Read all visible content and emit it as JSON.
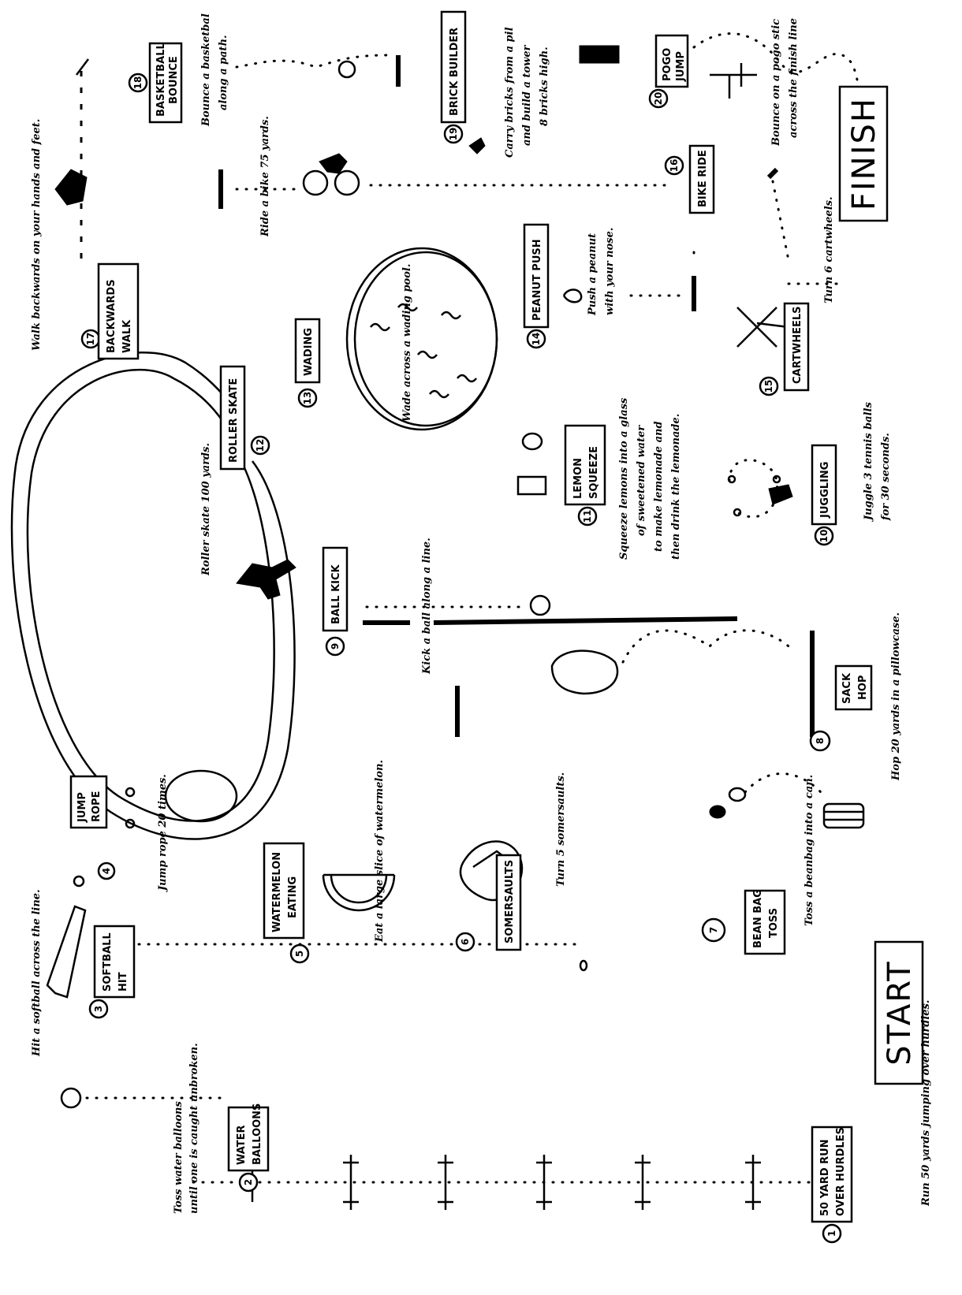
{
  "start_label": "START",
  "finish_label": "FINISH",
  "stations": [
    {
      "number": "1",
      "title": "50 YARD RUN OVER HURDLES",
      "lines": [
        "50 YARD RUN",
        "OVER HURDLES"
      ],
      "instructions": [
        "Run 50 yards jumping over hurdles."
      ]
    },
    {
      "number": "2",
      "title": "WATER BALLOONS",
      "lines": [
        "WATER",
        "BALLOONS"
      ],
      "instructions": [
        "Toss water balloons",
        "until one is caught unbroken."
      ]
    },
    {
      "number": "3",
      "title": "SOFTBALL HIT",
      "lines": [
        "SOFTBALL",
        "HIT"
      ],
      "instructions": [
        "Hit a softball across the line."
      ]
    },
    {
      "number": "4",
      "title": "JUMP ROPE",
      "lines": [
        "JUMP",
        "ROPE"
      ],
      "instructions": [
        "Jump rope 20 times."
      ]
    },
    {
      "number": "5",
      "title": "WATERMELON EATING",
      "lines": [
        "WATERMELON",
        "EATING"
      ],
      "instructions": [
        "Eat a large slice of watermelon."
      ]
    },
    {
      "number": "6",
      "title": "SOMERSAULTS",
      "lines": [
        "SOMERSAULTS"
      ],
      "instructions": [
        "Turn 5 somersaults."
      ]
    },
    {
      "number": "7",
      "title": "BEAN BAG TOSS",
      "lines": [
        "BEAN BAG",
        "TOSS"
      ],
      "instructions": [
        "Toss a beanbag into a can."
      ]
    },
    {
      "number": "8",
      "title": "SACK HOP",
      "lines": [
        "SACK",
        "HOP"
      ],
      "instructions": [
        "Hop 20 yards in a pillowcase."
      ]
    },
    {
      "number": "9",
      "title": "BALL KICK",
      "lines": [
        "BALL KICK"
      ],
      "instructions": [
        "Kick a ball along a line."
      ]
    },
    {
      "number": "10",
      "title": "JUGGLING",
      "lines": [
        "JUGGLING"
      ],
      "instructions": [
        "Juggle 3 tennis balls",
        "for 30 seconds."
      ]
    },
    {
      "number": "11",
      "title": "LEMON SQUEEZE",
      "lines": [
        "LEMON",
        "SQUEEZE"
      ],
      "instructions": [
        "Squeeze lemons into a glass",
        "of sweetened water",
        "to make lemonade and",
        "then drink the lemonade."
      ]
    },
    {
      "number": "12",
      "title": "ROLLER SKATE",
      "lines": [
        "ROLLER SKATE"
      ],
      "instructions": [
        "Roller skate 100 yards."
      ]
    },
    {
      "number": "13",
      "title": "WADING",
      "lines": [
        "WADING"
      ],
      "instructions": [
        "Wade across a wading pool."
      ]
    },
    {
      "number": "14",
      "title": "PEANUT PUSH",
      "lines": [
        "PEANUT PUSH"
      ],
      "instructions": [
        "Push a peanut",
        "with your nose."
      ]
    },
    {
      "number": "15",
      "title": "CARTWHEELS",
      "lines": [
        "CARTWHEELS"
      ],
      "instructions": [
        "Turn 6 cartwheels."
      ]
    },
    {
      "number": "16",
      "title": "BIKE RIDE",
      "lines": [
        "BIKE RIDE"
      ],
      "instructions": [
        "Ride a bike 75 yards."
      ]
    },
    {
      "number": "17",
      "title": "BACKWARDS WALK",
      "lines": [
        "BACKWARDS",
        "WALK"
      ],
      "instructions": [
        "Walk backwards on your hands and feet."
      ]
    },
    {
      "number": "18",
      "title": "BASKETBALL BOUNCE",
      "lines": [
        "BASKETBALL",
        "BOUNCE"
      ],
      "instructions": [
        "Bounce a basketbal",
        "along a path."
      ]
    },
    {
      "number": "19",
      "title": "BRICK BUILDER",
      "lines": [
        "BRICK BUILDER"
      ],
      "instructions": [
        "Carry bricks from a pil",
        "and build a tower",
        "8 bricks high."
      ]
    },
    {
      "number": "20",
      "title": "POGO JUMP",
      "lines": [
        "POGO",
        "JUMP"
      ],
      "instructions": [
        "Bounce on a pogo stic",
        "across the finish line"
      ]
    }
  ]
}
